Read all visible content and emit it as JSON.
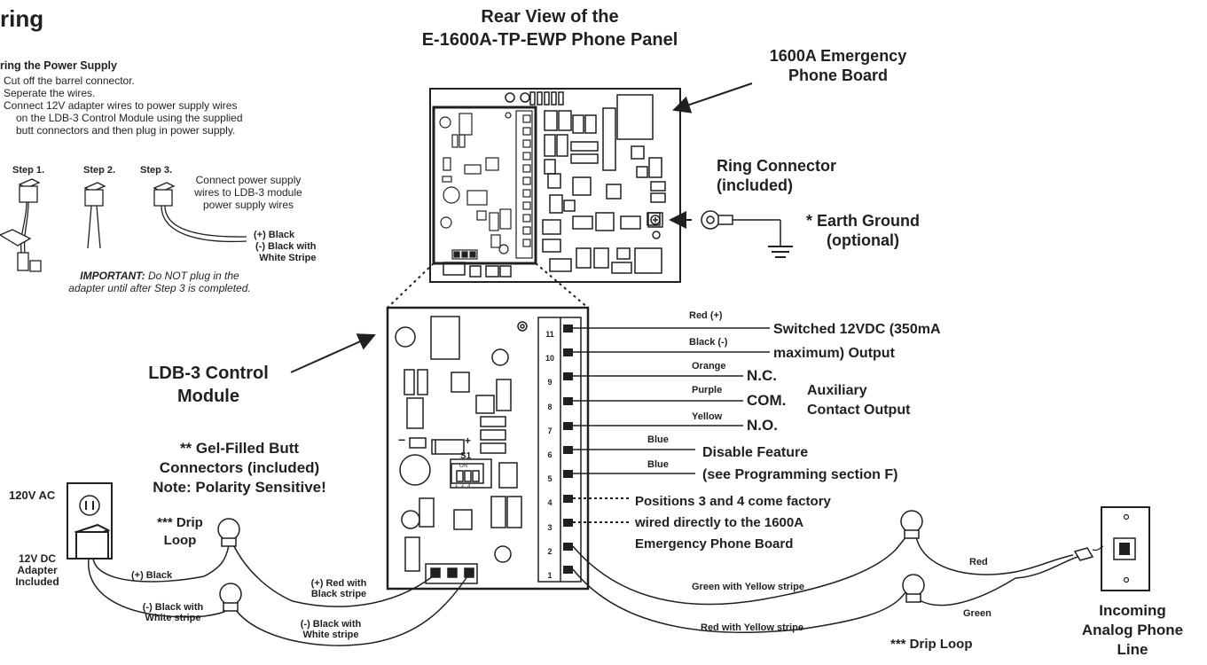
{
  "page": {
    "title": "ring",
    "rear_view_title": [
      "Rear View of the",
      "E-1600A-TP-EWP Phone Panel"
    ]
  },
  "power_supply": {
    "heading": "ring the Power Supply",
    "steps": [
      "Cut off the barrel connector.",
      "Seperate the wires.",
      "Connect 12V adapter wires to power supply wires",
      "on the LDB-3 Control Module using the supplied",
      "butt connectors and then plug in power supply."
    ],
    "step_labels": [
      "Step 1.",
      "Step 2.",
      "Step 3."
    ],
    "step3_note": [
      "Connect power supply",
      "wires to LDB-3 module",
      "power supply wires"
    ],
    "plus_black": "(+) Black",
    "minus_black_stripe": [
      "(-) Black with",
      "White Stripe"
    ],
    "important_prefix": "IMPORTANT:",
    "important_text": [
      "Do NOT plug in the",
      "adapter until after Step 3 is completed."
    ]
  },
  "labels": {
    "emergency_board": [
      "1600A Emergency",
      "Phone Board"
    ],
    "ring_connector": [
      "Ring Connector",
      "(included)"
    ],
    "earth_ground": [
      "* Earth Ground",
      "(optional)"
    ],
    "ldb3": [
      "LDB-3 Control",
      "Module"
    ],
    "gel_filled": [
      "** Gel-Filled Butt",
      "Connectors (included)",
      "Note: Polarity Sensitive!"
    ],
    "ac_120": "120V AC",
    "adapter_12v": [
      "12V DC",
      "Adapter",
      "Included"
    ],
    "drip_loop_left": [
      "*** Drip",
      "Loop"
    ],
    "drip_loop_right": "*** Drip Loop",
    "incoming_line": [
      "Incoming",
      "Analog Phone",
      "Line"
    ]
  },
  "terminal_numbers": [
    "11",
    "10",
    "9",
    "8",
    "7",
    "6",
    "5",
    "4",
    "3",
    "2",
    "1"
  ],
  "outputs": {
    "switched_12v": [
      "Switched 12VDC (350mA",
      "maximum) Output"
    ],
    "nc": "N.C.",
    "com": "COM.",
    "no": "N.O.",
    "aux": [
      "Auxiliary",
      "Contact Output"
    ],
    "disable": [
      "Disable Feature",
      "(see Programming section F)"
    ],
    "positions": [
      "Positions 3 and 4 come factory",
      "wired directly to the 1600A",
      "Emergency Phone Board"
    ]
  },
  "wire_colors": {
    "red_plus": "Red (+)",
    "black_minus": "Black (-)",
    "orange": "Orange",
    "purple": "Purple",
    "yellow": "Yellow",
    "blue1": "Blue",
    "blue2": "Blue",
    "plus_black": "(+) Black",
    "minus_black_white": [
      "(-) Black with",
      "White stripe"
    ],
    "plus_red_black": [
      "(+) Red with",
      "Black stripe"
    ],
    "minus_black_white2": [
      "(-) Black with",
      "White stripe"
    ],
    "green_yellow": "Green with Yellow stripe",
    "red_yellow": "Red with Yellow stripe",
    "red": "Red",
    "green": "Green"
  },
  "switch": {
    "label": "S1",
    "on": "ON",
    "nums": "1 2 3"
  },
  "icons": [
    "outlet-icon",
    "adapter-icon",
    "ring-connector-icon",
    "ground-icon",
    "phone-jack-icon",
    "butt-connector-icon"
  ]
}
